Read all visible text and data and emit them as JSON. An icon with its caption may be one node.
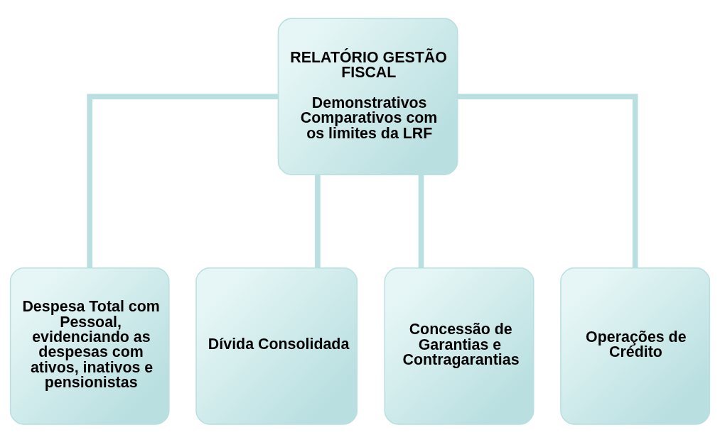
{
  "diagram": {
    "nodes": [
      {
        "text": [
          "RELATÓRIO GESTÃO FISCAL",
          "Demonstrativos Comparativos com os limites da LRF"
        ]
      },
      {
        "text": [
          "Despesa Total com Pessoal, evidenciando as despesas com ativos, inativos e pensionistas"
        ]
      },
      {
        "text": [
          "Dívida Consolidada"
        ]
      },
      {
        "text": [
          "Concessão de Garantias e Contragarantias"
        ]
      },
      {
        "text": [
          "Operações de Crédito"
        ]
      }
    ],
    "edges": [
      {
        "from": 0,
        "to": 1,
        "arrow": "none"
      },
      {
        "from": 0,
        "to": 2,
        "arrow": "none"
      },
      {
        "from": 0,
        "to": 3,
        "arrow": "none"
      },
      {
        "from": 0,
        "to": 4,
        "arrow": "none"
      }
    ]
  }
}
